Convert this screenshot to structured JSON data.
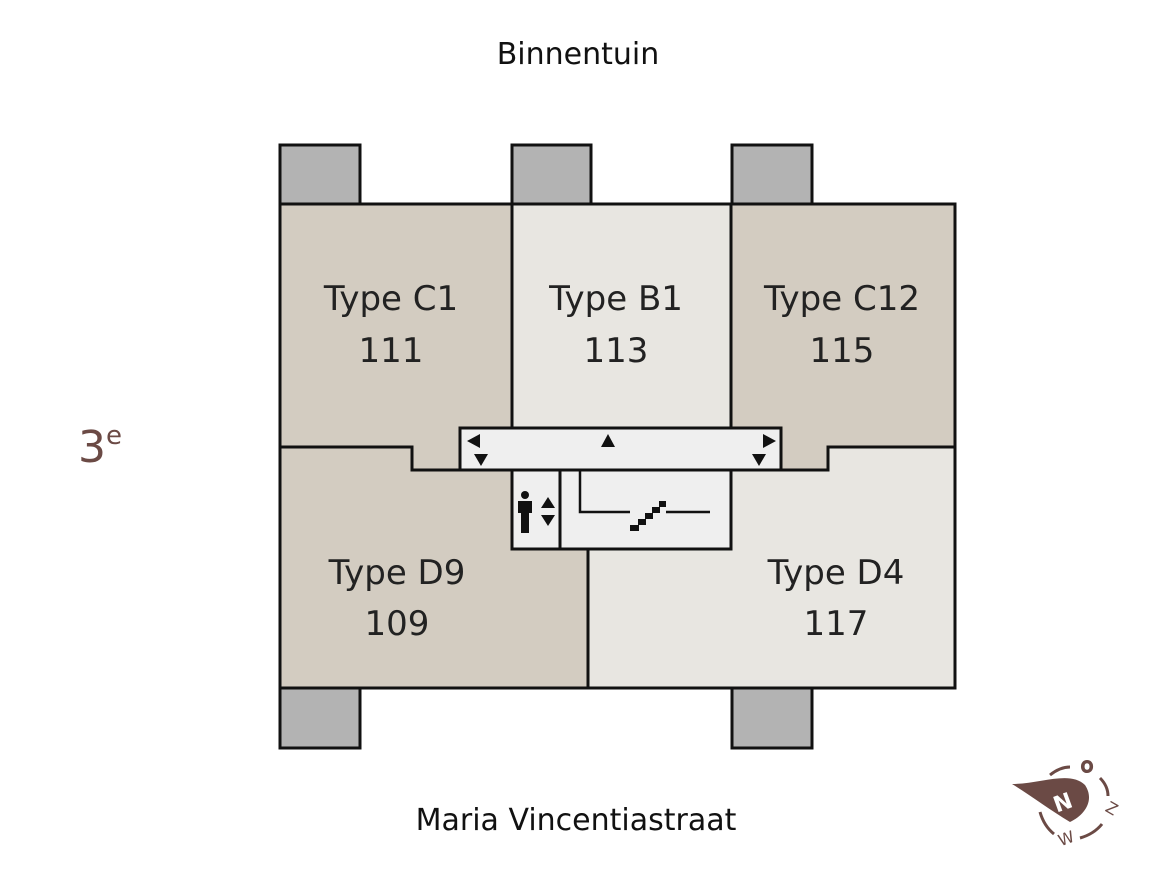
{
  "labels": {
    "top": "Binnentuin",
    "bottom": "Maria Vincentiastraat",
    "floor": "3",
    "floor_sup": "e"
  },
  "units": [
    {
      "type": "Type C1",
      "number": "111"
    },
    {
      "type": "Type B1",
      "number": "113"
    },
    {
      "type": "Type C12",
      "number": "115"
    },
    {
      "type": "Type D9",
      "number": "109"
    },
    {
      "type": "Type D4",
      "number": "117"
    }
  ],
  "compass": {
    "letters": [
      "N",
      "O",
      "Z",
      "W"
    ]
  },
  "colors": {
    "dark_unit": "#d3ccc1",
    "light_unit": "#e8e6e1",
    "balcony": "#b3b3b3",
    "core": "#efefef",
    "accent": "#6b4a45"
  }
}
